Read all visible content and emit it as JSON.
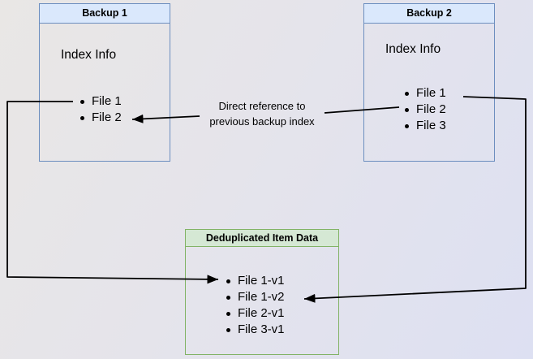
{
  "colors": {
    "blue_border": "#6c8ebf",
    "blue_header_fill": "#dae8fc",
    "green_border": "#82b366",
    "green_header_fill": "#d5e8d4",
    "line": "#000000",
    "background_top_left": "#e9e7e5",
    "background_bottom_right": "#dde0f2"
  },
  "backup1": {
    "title": "Backup 1",
    "subtitle": "Index Info",
    "items": [
      "File 1",
      "File 2"
    ]
  },
  "backup2": {
    "title": "Backup 2",
    "subtitle": "Index Info",
    "items": [
      "File 1",
      "File 2",
      "File 3"
    ]
  },
  "dedup": {
    "title": "Deduplicated Item Data",
    "items": [
      "File 1-v1",
      "File 1-v2",
      "File 2-v1",
      "File 3-v1"
    ]
  },
  "annotation": {
    "line1": "Direct reference to",
    "line2": "previous backup index"
  },
  "connections": [
    {
      "from": "Backup 2 / File 2",
      "to": "Backup 1 / File 2",
      "label": "Direct reference to previous backup index"
    },
    {
      "from": "Backup 1 / File 1",
      "to": "Deduplicated Item Data / File 1-v1",
      "label": ""
    },
    {
      "from": "Backup 2 / File 1",
      "to": "Deduplicated Item Data / File 1-v2",
      "label": ""
    }
  ]
}
